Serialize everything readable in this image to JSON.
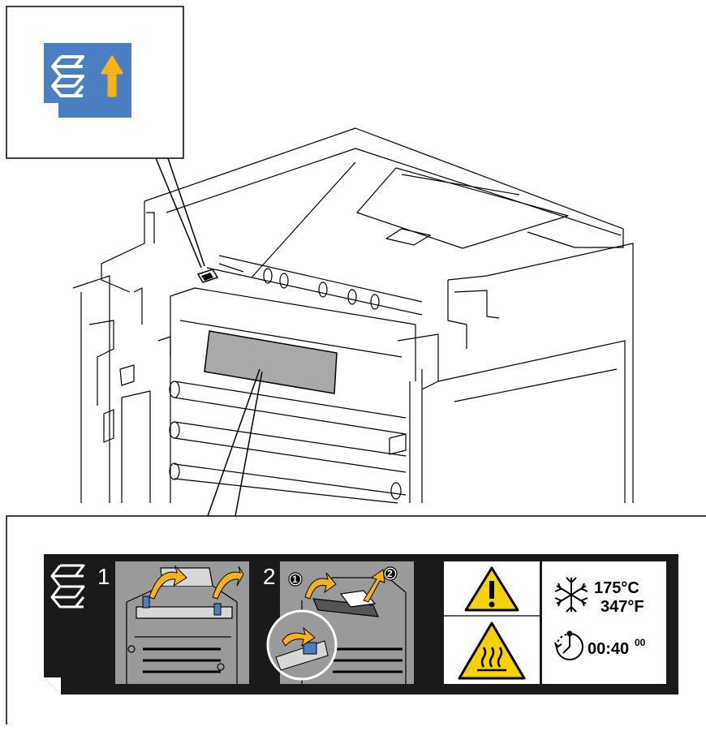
{
  "label": {
    "step1_number": "1",
    "step2_number": "2",
    "substep_a": "1",
    "substep_b": "2",
    "temp_celsius": "175°C",
    "temp_fahrenheit": "347°F",
    "cool_time": "00:40",
    "cool_time_sup": "00"
  },
  "icons": {
    "callout_icon": "paper-stack-up-arrow-icon",
    "warning": "warning-triangle-icon",
    "hot_surface": "hot-surface-icon",
    "cooling": "snowflake-icon",
    "timer": "timer-icon"
  },
  "colors": {
    "icon_blue": "#4a7fc1",
    "arrow_yellow": "#f5b21b",
    "warning_yellow": "#f6d300",
    "label_black": "#1a1a1a",
    "photo_gray": "#9a9a9a"
  }
}
